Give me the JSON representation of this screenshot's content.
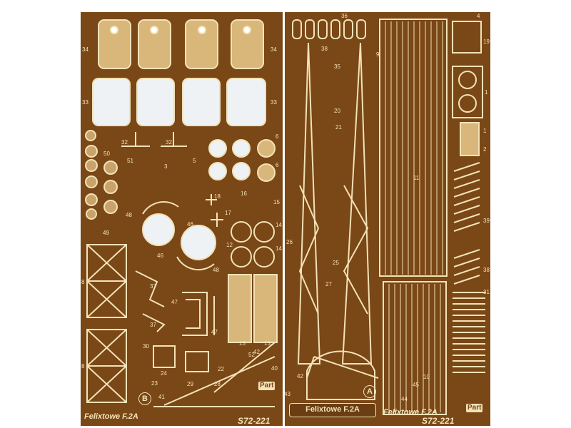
{
  "photo": {
    "fret_b": {
      "letter": "B",
      "kit_name": "Felixtowe F.2A",
      "code": "S72-221",
      "logo": "Part"
    },
    "fret_a": {
      "letter": "A",
      "nameplate": "Felixtowe F.2A",
      "kit_name": "Felixtowe F.2A",
      "code": "S72-221",
      "logo": "Part"
    },
    "part_numbers_b": [
      "34",
      "34",
      "33",
      "33",
      "32",
      "32",
      "50",
      "51",
      "3",
      "5",
      "6",
      "6",
      "18",
      "16",
      "15",
      "17",
      "14",
      "14",
      "12",
      "48",
      "49",
      "46",
      "46",
      "48",
      "37",
      "37",
      "47",
      "47",
      "13",
      "13",
      "30",
      "24",
      "22",
      "42",
      "52",
      "40",
      "23",
      "29",
      "28",
      "41",
      "8",
      "8"
    ],
    "part_numbers_a": [
      "36",
      "4",
      "19",
      "38",
      "9",
      "35",
      "20",
      "21",
      "1",
      "1",
      "2",
      "39",
      "26",
      "25",
      "27",
      "38",
      "31",
      "11",
      "42",
      "43",
      "45",
      "44",
      "10"
    ]
  }
}
